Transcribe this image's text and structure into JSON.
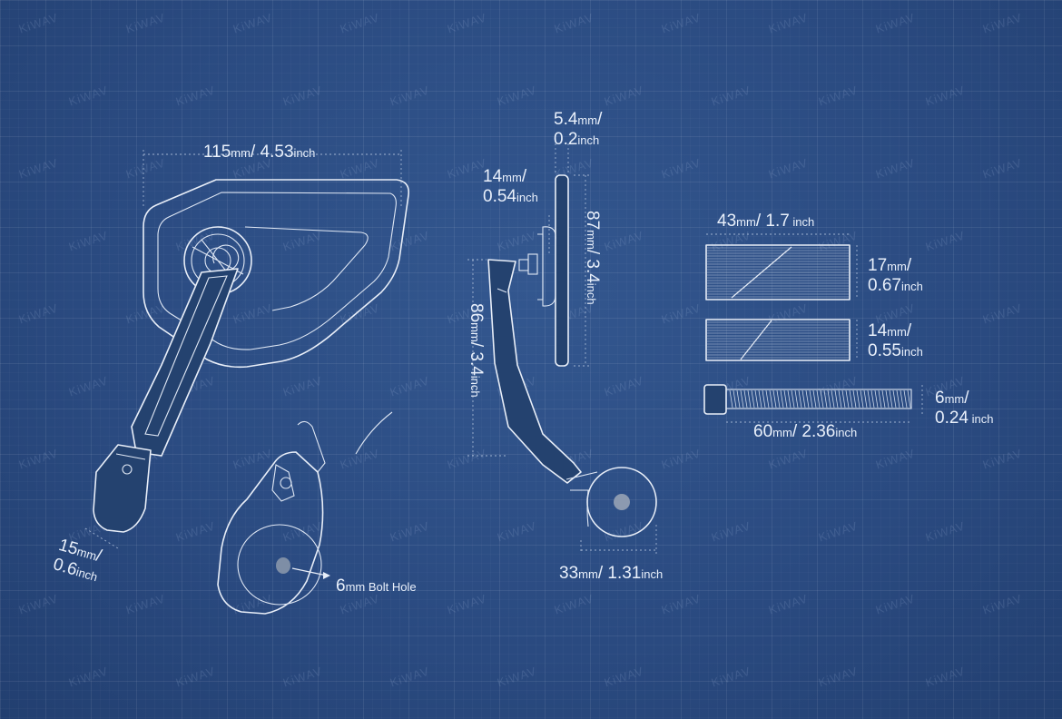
{
  "watermark": "KiWAV",
  "dimensions": {
    "width_total": {
      "a": "115",
      "au": "mm",
      "sep": "/ ",
      "b": "4.53",
      "bu": "inch"
    },
    "clamp_width": {
      "a": "15",
      "au": "mm",
      "sep": "/",
      "b": "0.6",
      "bu": "inch"
    },
    "bolt_hole": {
      "a": "6",
      "au": "mm",
      "rest": " Bolt Hole"
    },
    "mirror_thickness": {
      "a": "5.4",
      "au": "mm",
      "sep": "/",
      "b": "0.2",
      "bu": "inch"
    },
    "mount_depth": {
      "a": "14",
      "au": "mm",
      "sep": "/",
      "b": "0.54",
      "bu": "inch"
    },
    "mirror_height": {
      "a": "87",
      "au": "mm",
      "sep": "/ ",
      "b": "3.4",
      "bu": "inch"
    },
    "arm_height": {
      "a": "86",
      "au": "mm",
      "sep": "/ ",
      "b": "3.4",
      "bu": "inch"
    },
    "clamp_diameter": {
      "a": "33",
      "au": "mm",
      "sep": "/ ",
      "b": "1.31",
      "bu": "inch"
    },
    "spacer_length": {
      "a": "43",
      "au": "mm",
      "sep": "/ ",
      "b": "1.7",
      "bu": " inch"
    },
    "spacer_large": {
      "a": "17",
      "au": "mm",
      "sep": "/",
      "b": "0.67",
      "bu": "inch"
    },
    "spacer_small": {
      "a": "14",
      "au": "mm",
      "sep": "/",
      "b": "0.55",
      "bu": "inch"
    },
    "bolt_diameter": {
      "a": "6",
      "au": "mm",
      "sep": "/",
      "b": "0.24",
      "bu": " inch"
    },
    "bolt_length": {
      "a": "60",
      "au": "mm",
      "sep": "/ ",
      "b": "2.36",
      "bu": "inch"
    }
  }
}
